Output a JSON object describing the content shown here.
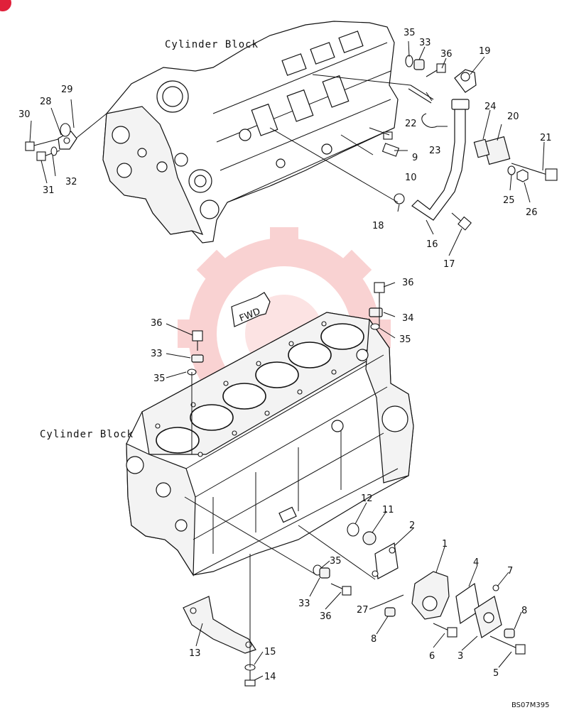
{
  "titles": {
    "upper_block": "Cylinder Block",
    "lower_block": "Cylinder Block",
    "fwd_arrow": "FWD",
    "drawing_code": "BS07M395"
  },
  "callouts": {
    "c1": "1",
    "c2": "2",
    "c3": "3",
    "c4": "4",
    "c5": "5",
    "c6": "6",
    "c7": "7",
    "c8a": "8",
    "c8b": "8",
    "c9": "9",
    "c10": "10",
    "c11": "11",
    "c12": "12",
    "c13": "13",
    "c14": "14",
    "c15": "15",
    "c16": "16",
    "c17": "17",
    "c18": "18",
    "c19": "19",
    "c20": "20",
    "c21": "21",
    "c22": "22",
    "c23": "23",
    "c24": "24",
    "c25": "25",
    "c26": "26",
    "c27": "27",
    "c28": "28",
    "c29": "29",
    "c30": "30",
    "c31": "31",
    "c32": "32",
    "c33a": "33",
    "c33b": "33",
    "c33c": "33",
    "c34": "34",
    "c35a": "35",
    "c35b": "35",
    "c35c": "35",
    "c35d": "35",
    "c36a": "36",
    "c36b": "36",
    "c36c": "36",
    "c36d": "36"
  },
  "colors": {
    "line": "#111111",
    "watermark": "#f08080",
    "badge": "#e0203a"
  }
}
